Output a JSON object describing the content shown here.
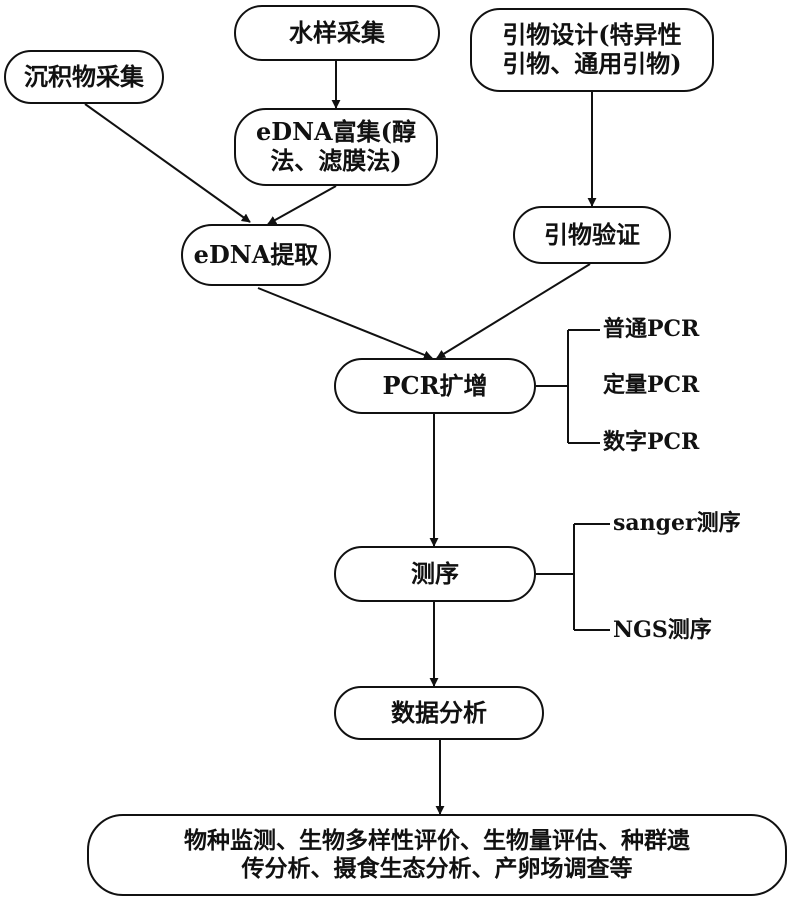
{
  "nodes": {
    "water_sampling": "水样采集",
    "primer_design": "引物设计(特异性\n引物、通用引物)",
    "sediment_sampling": "沉积物采集",
    "edna_enrichment": "eDNA富集(醇\n法、滤膜法)",
    "edna_extraction": "eDNA提取",
    "primer_validation": "引物验证",
    "pcr_amplification": "PCR扩增",
    "sequencing": "测序",
    "data_analysis": "数据分析",
    "applications": "物种监测、生物多样性评价、生物量评估、种群遗\n传分析、摄食生态分析、产卵场调查等"
  },
  "pcr_methods": [
    "普通PCR",
    "定量PCR",
    "数字PCR"
  ],
  "sequencing_methods": [
    "sanger测序",
    "NGS测序"
  ]
}
